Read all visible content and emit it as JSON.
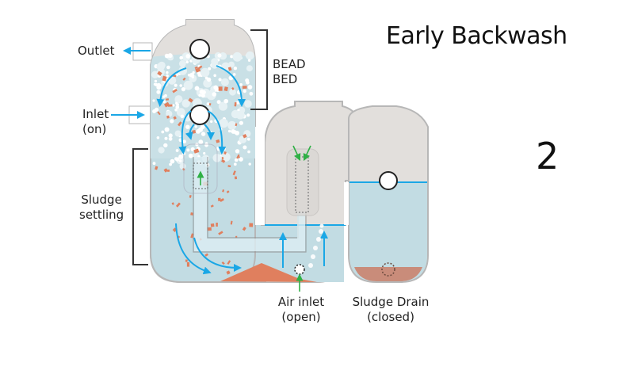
{
  "title": "Early Backwash",
  "step_number": "2",
  "labels": {
    "outlet": "Outlet",
    "bead_bed_line1": "BEAD",
    "bead_bed_line2": "BED",
    "inlet_line1": "Inlet",
    "inlet_line2": "(on)",
    "sludge_settling_line1": "Sludge",
    "sludge_settling_line2": "settling",
    "air_inlet_line1": "Air inlet",
    "air_inlet_line2": "(open)",
    "sludge_drain_line1": "Sludge Drain",
    "sludge_drain_line2": "(closed)"
  },
  "colors": {
    "water": "#c2dce3",
    "tank_gray": "#e2dfdc",
    "tank_outline": "#b7b7b7",
    "flow_arrow": "#1aa7e6",
    "air_arrow": "#2fb045",
    "sludge": "#e07f5e",
    "sludge_drain": "#c98c7a",
    "bead": "#ffffff"
  }
}
